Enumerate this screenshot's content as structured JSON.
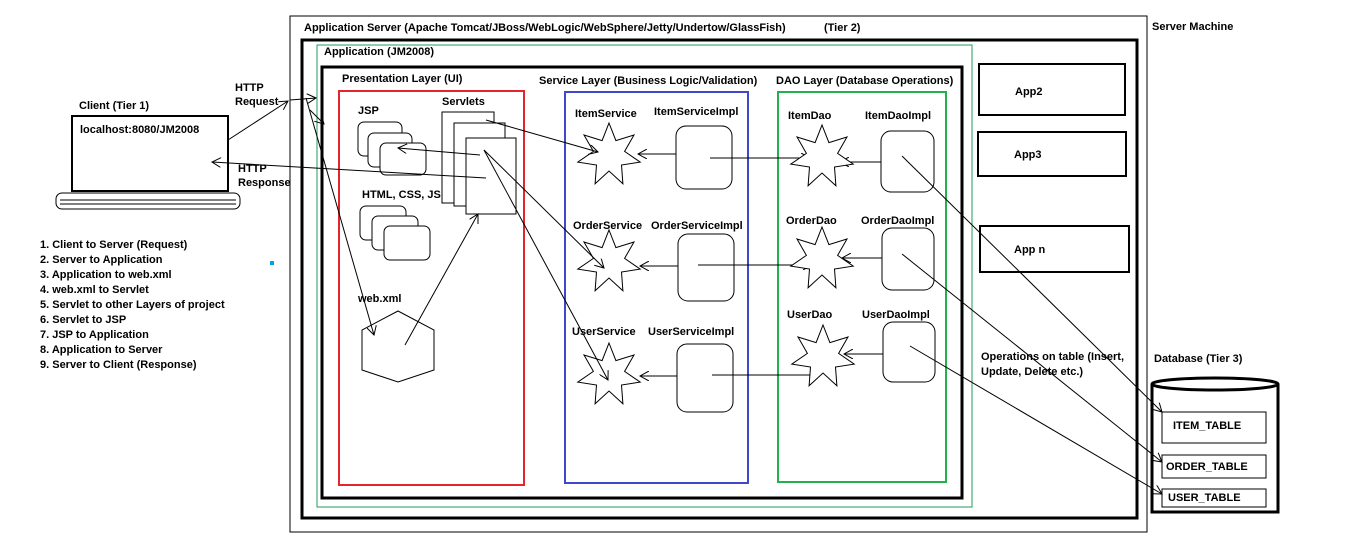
{
  "server_machine": {
    "label": "Server Machine"
  },
  "app_server": {
    "label": "Application Server (Apache Tomcat/JBoss/WebLogic/WebSphere/Jetty/Undertow/GlassFish)",
    "tier": "(Tier 2)"
  },
  "application": {
    "label": "Application (JM2008)"
  },
  "presentation_layer": {
    "label": "Presentation Layer (UI)",
    "jsp": "JSP",
    "servlets": "Servlets",
    "html_css_js": "HTML, CSS, JS",
    "web_xml": "web.xml"
  },
  "service_layer": {
    "label": "Service Layer (Business Logic/Validation)",
    "services": [
      {
        "interface": "ItemService",
        "impl": "ItemServiceImpl"
      },
      {
        "interface": "OrderService",
        "impl": "OrderServiceImpl"
      },
      {
        "interface": "UserService",
        "impl": "UserServiceImpl"
      }
    ]
  },
  "dao_layer": {
    "label": "DAO Layer (Database Operations)",
    "daos": [
      {
        "interface": "ItemDao",
        "impl": "ItemDaoImpl"
      },
      {
        "interface": "OrderDao",
        "impl": "OrderDaoImpl"
      },
      {
        "interface": "UserDao",
        "impl": "UserDaoImpl"
      }
    ]
  },
  "other_apps": [
    "App2",
    "App3",
    "App n"
  ],
  "client": {
    "label": "Client (Tier 1)",
    "url": "localhost:8080/JM2008"
  },
  "http": {
    "request_1": "HTTP",
    "request_2": "Request",
    "response_1": "HTTP",
    "response_2": "Response"
  },
  "steps": [
    "1. Client to Server (Request)",
    "2. Server to Application",
    "3. Application to web.xml",
    "4. web.xml to Servlet",
    "5. Servlet to other Layers of project",
    "6. Servlet to JSP",
    "7. JSP to Application",
    "8. Application to Server",
    "9. Server to Client (Response)"
  ],
  "operations_note": {
    "line1": "Operations on table (Insert,",
    "line2": "Update, Delete etc.)"
  },
  "database": {
    "label": "Database (Tier 3)",
    "tables": [
      "ITEM_TABLE",
      "ORDER_TABLE",
      "USER_TABLE"
    ]
  },
  "colors": {
    "presentation": "#e3262d",
    "service": "#3f48cc",
    "dao": "#22b14c",
    "application": "#1f9e5a"
  }
}
